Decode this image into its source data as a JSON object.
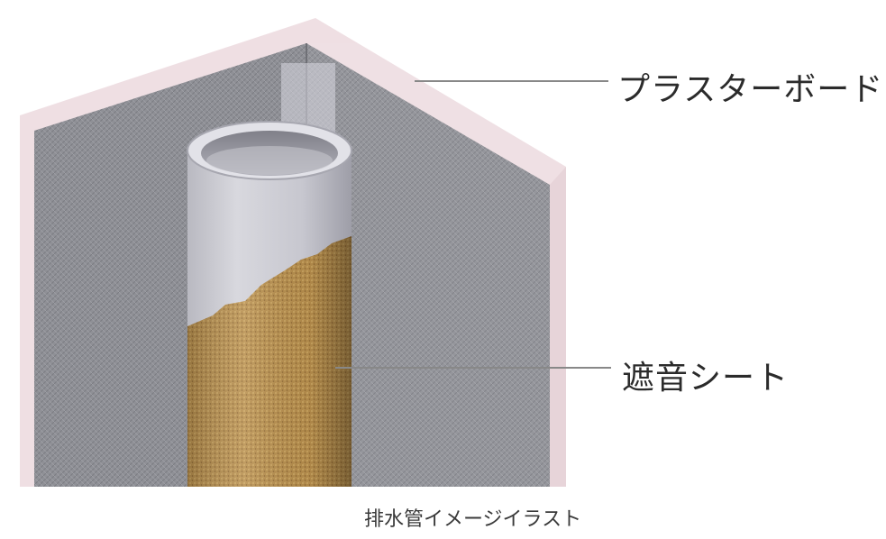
{
  "labels": {
    "plaster_board": "プラスターボード",
    "sound_sheet": "遮音シート"
  },
  "caption": "排水管イメージイラスト",
  "colors": {
    "wall_edge": "#efdfe3",
    "wall_face": "#8f9096",
    "pipe_gray": "#c9c9d0",
    "sheet_gold": "#b88f4d",
    "leader_line": "#888888"
  },
  "icons": {
    "pipe": "drain-pipe-illustration",
    "wall": "plaster-board-enclosure"
  }
}
